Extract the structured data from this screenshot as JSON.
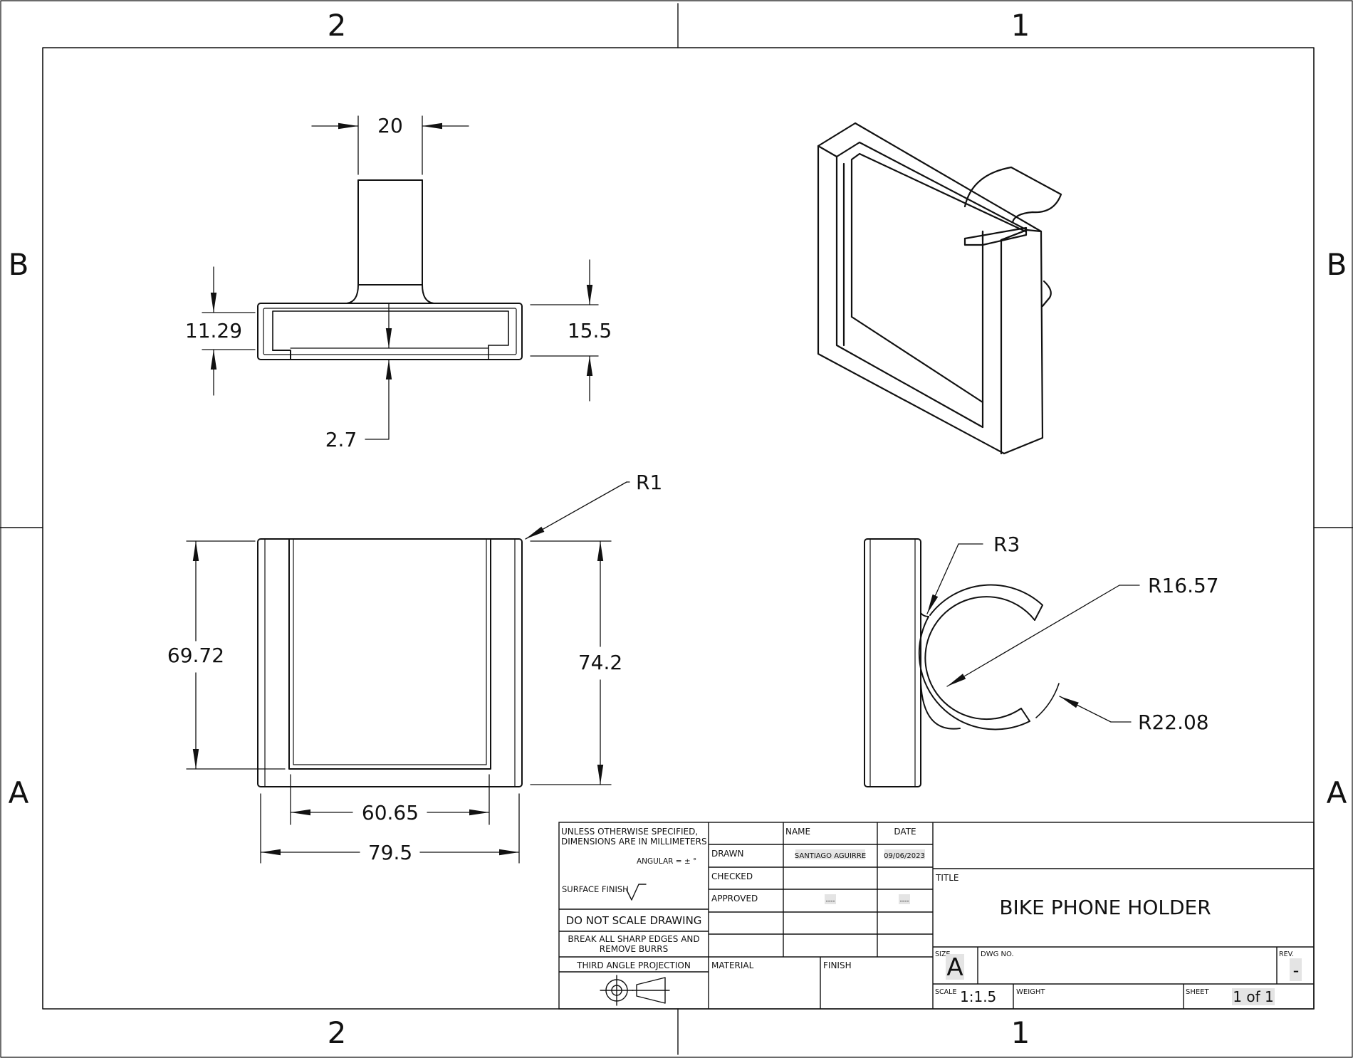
{
  "border_zones": {
    "top": [
      "2",
      "1"
    ],
    "bottom": [
      "2",
      "1"
    ],
    "left": [
      "B",
      "A"
    ],
    "right": [
      "B",
      "A"
    ]
  },
  "dimensions": {
    "top_width": "20",
    "left_thickness": "11.29",
    "right_thickness": "15.5",
    "base_thickness": "2.7",
    "fillet_front": "R1",
    "inner_height": "69.72",
    "outer_height": "74.2",
    "inner_width": "60.65",
    "outer_width": "79.5",
    "clip_fillet": "R3",
    "clip_inner_radius": "R16.57",
    "clip_outer_radius": "R22.08"
  },
  "title_block": {
    "notes_line1": "UNLESS OTHERWISE SPECIFIED,",
    "notes_line2": "DIMENSIONS ARE IN MILLIMETERS",
    "angular": "ANGULAR = ± °",
    "surface_finish": "SURFACE FINISH",
    "do_not_scale": "DO NOT SCALE DRAWING",
    "break_edges_line1": "BREAK ALL SHARP EDGES AND",
    "break_edges_line2": "REMOVE BURRS",
    "projection": "THIRD ANGLE PROJECTION",
    "col_name": "NAME",
    "col_date": "DATE",
    "row_drawn": "DRAWN",
    "drawn_name": "SANTIAGO AGUIRRE",
    "drawn_date": "09/06/2023",
    "row_checked": "CHECKED",
    "row_approved": "APPROVED",
    "approved_name": "----",
    "approved_date": "----",
    "material_label": "MATERIAL",
    "finish_label": "FINISH",
    "title_label": "TITLE",
    "title": "BIKE PHONE HOLDER",
    "size_label": "SIZE",
    "size": "A",
    "dwg_no_label": "DWG NO.",
    "rev_label": "REV.",
    "rev": "-",
    "scale_label": "SCALE",
    "scale": "1:1.5",
    "weight_label": "WEIGHT",
    "sheet_label": "SHEET",
    "sheet": "1 of 1"
  }
}
